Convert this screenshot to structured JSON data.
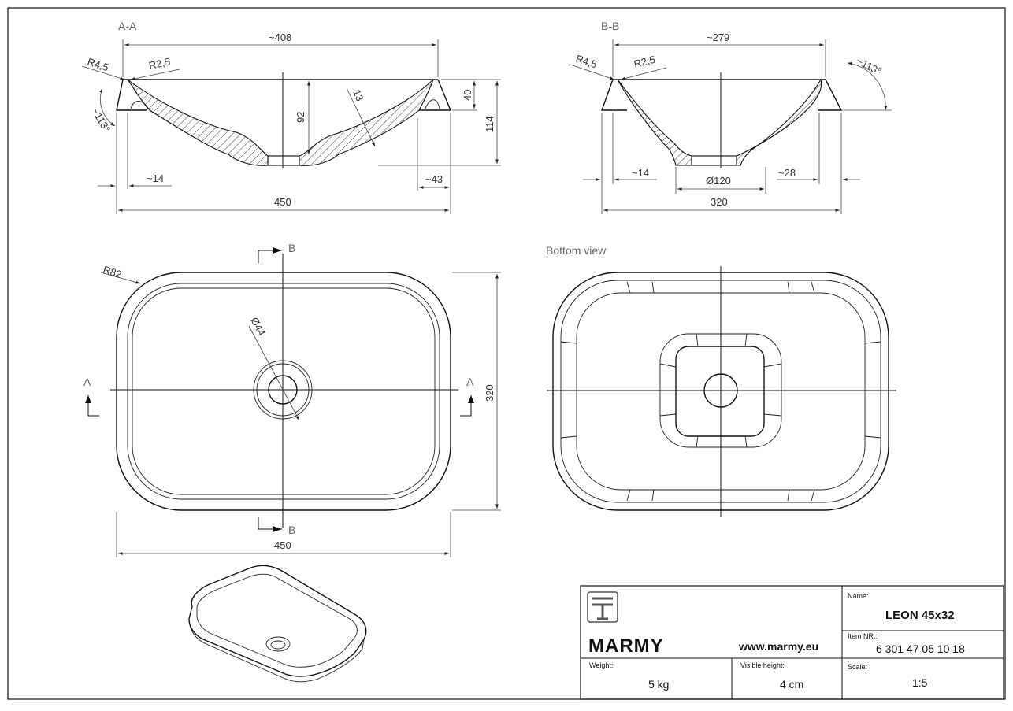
{
  "views": {
    "section_aa": {
      "label": "A-A",
      "dims": {
        "top_width": "~408",
        "r_outer": "R4,5",
        "r_inner": "R2,5",
        "wall": "13",
        "angle": "~113°",
        "depth_inner": "92",
        "rim_height": "40",
        "total_height": "114",
        "lip_left": "~14",
        "lip_right": "~43",
        "width": "450"
      }
    },
    "section_bb": {
      "label": "B-B",
      "dims": {
        "top_width": "~279",
        "r_outer": "R4,5",
        "r_inner": "R2,5",
        "angle": "~113°",
        "lip_left": "~14",
        "drain": "Ø120",
        "lip_right": "~28",
        "width": "320"
      }
    },
    "top_view": {
      "corner_radius": "R82",
      "drain": "Ø44",
      "section_a": "A",
      "section_b": "B",
      "width": "450",
      "height": "320"
    },
    "bottom_view": {
      "label": "Bottom view"
    }
  },
  "title_block": {
    "brand": "MARMY",
    "website": "www.marmy.eu",
    "name_label": "Name:",
    "name_value": "LEON 45x32",
    "item_label": "Item NR.:",
    "item_value": "6 301 47 05 10 18",
    "weight_label": "Weight:",
    "weight_value": "5 kg",
    "visible_height_label": "Visible height:",
    "visible_height_value": "4 cm",
    "scale_label": "Scale:",
    "scale_value": "1:5"
  }
}
